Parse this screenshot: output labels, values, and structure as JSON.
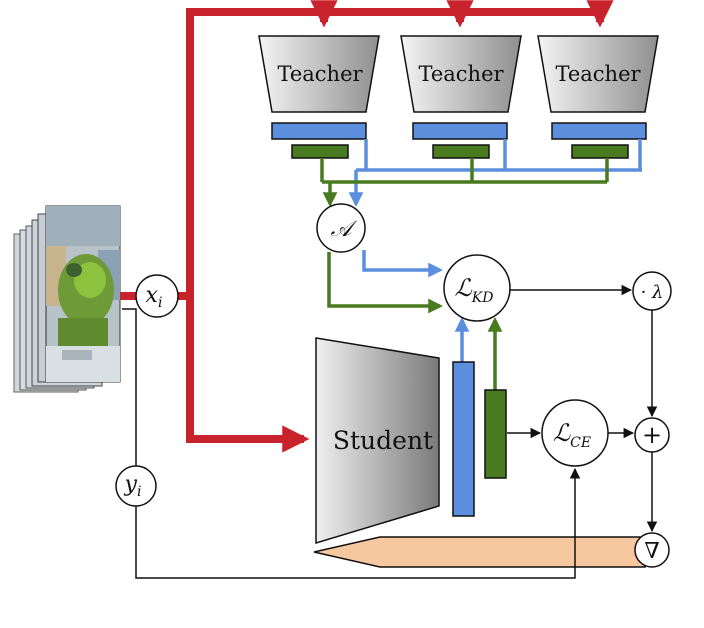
{
  "teachers": [
    {
      "label": "Teacher"
    },
    {
      "label": "Teacher"
    },
    {
      "label": "Teacher"
    }
  ],
  "student": {
    "label": "Student"
  },
  "nodes": {
    "aggregator": "𝒜",
    "input": {
      "main": "x",
      "sub": "i"
    },
    "label": {
      "main": "y",
      "sub": "i"
    },
    "loss_kd": {
      "main": "ℒ",
      "sub": "KD"
    },
    "loss_ce": {
      "main": "ℒ",
      "sub": "CE"
    },
    "scale": "· λ",
    "sum": "+",
    "gradient": "∇"
  },
  "colors": {
    "input_flow": "#c8232c",
    "feature_blue": "#5b8fdd",
    "logit_green": "#4a7a1f",
    "gradient_bar": "#f7c8a0",
    "arrow": "#111111"
  }
}
